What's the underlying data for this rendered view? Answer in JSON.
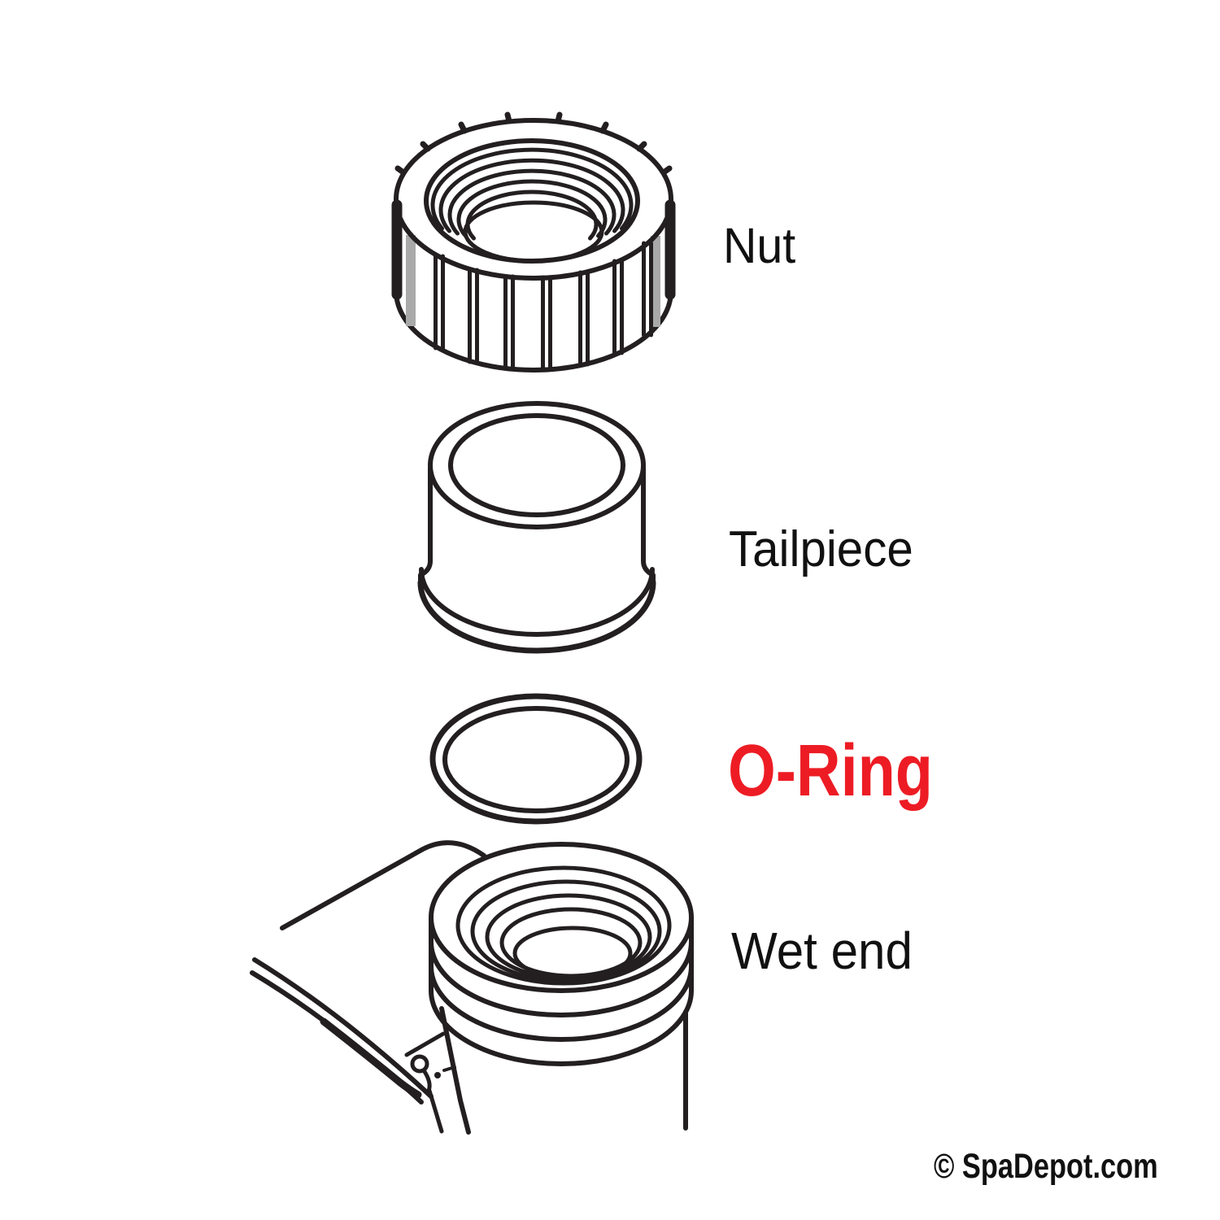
{
  "diagram": {
    "parts": [
      {
        "id": "nut",
        "label": "Nut"
      },
      {
        "id": "tailpiece",
        "label": "Tailpiece"
      },
      {
        "id": "o_ring",
        "label": "O-Ring"
      },
      {
        "id": "wet_end",
        "label": "Wet end"
      }
    ]
  },
  "credit": "© SpaDepot.com",
  "colors": {
    "background": "#ffffff",
    "line_art": "#231f20",
    "label_text": "#111111",
    "highlight_red": "#ed1c24",
    "rib_gray": "#a9a9a9"
  }
}
